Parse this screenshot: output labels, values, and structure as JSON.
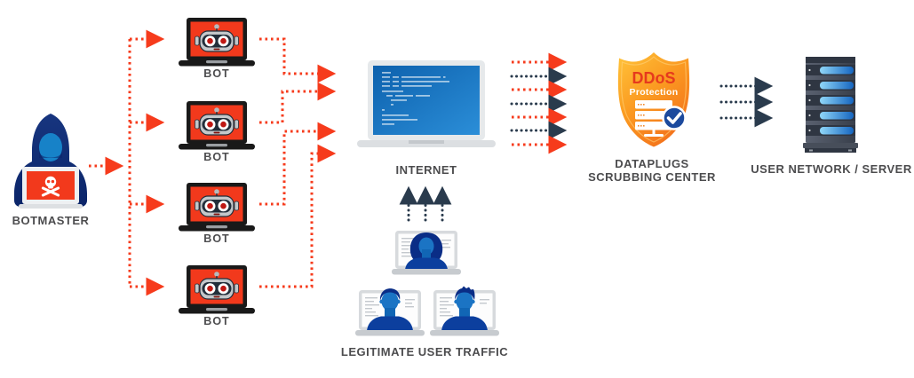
{
  "diagram": {
    "labels": {
      "botmaster": "BOTMASTER",
      "bot": "BOT",
      "internet": "INTERNET",
      "scrubbing_line1": "DATAPLUGS",
      "scrubbing_line2": "SCRUBBING CENTER",
      "server": "USER NETWORK / SERVER",
      "legitimate": "LEGITIMATE USER TRAFFIC"
    },
    "shield": {
      "title": "DDoS",
      "subtitle": "Protection"
    },
    "colors": {
      "attack": "#f63b1c",
      "clean": "#2a3b4d",
      "label_text": "#4c4c4e",
      "bot_screen_red": "#f2391c",
      "internet_screen_blue": "#1168b4",
      "shield_orange": "#f79421",
      "shield_title_red": "#e63a1d",
      "check_badge_blue": "#1c4a9d",
      "user_blue": "#1b74c4",
      "server_gray": "#454c58"
    },
    "nodes": [
      {
        "id": "botmaster",
        "label": "BOTMASTER",
        "icon": "hooded-hacker-laptop-skull"
      },
      {
        "id": "bot-1",
        "label": "BOT",
        "icon": "robot-laptop"
      },
      {
        "id": "bot-2",
        "label": "BOT",
        "icon": "robot-laptop"
      },
      {
        "id": "bot-3",
        "label": "BOT",
        "icon": "robot-laptop"
      },
      {
        "id": "bot-4",
        "label": "BOT",
        "icon": "robot-laptop"
      },
      {
        "id": "internet",
        "label": "INTERNET",
        "icon": "laptop-code-screen"
      },
      {
        "id": "scrubbing-center",
        "label": "DATAPLUGS SCRUBBING CENTER",
        "icon": "ddos-protection-shield-check"
      },
      {
        "id": "user-network-server",
        "label": "USER NETWORK / SERVER",
        "icon": "server-tower"
      },
      {
        "id": "legitimate-users",
        "label": "LEGITIMATE USER TRAFFIC",
        "icon": "three-users-on-laptops"
      }
    ],
    "edges": [
      {
        "from": "botmaster",
        "to": "bot-1 bot-2 bot-3 bot-4",
        "traffic": "attack",
        "style": "red-dotted-arrow"
      },
      {
        "from": "bots",
        "to": "internet",
        "traffic": "attack",
        "style": "red-dotted-arrow"
      },
      {
        "from": "internet",
        "to": "scrubbing-center",
        "traffic": "mixed",
        "style": "7 alternating red/navy dotted arrows"
      },
      {
        "from": "scrubbing-center",
        "to": "user-network-server",
        "traffic": "clean",
        "style": "3 navy dotted arrows"
      },
      {
        "from": "legitimate-users",
        "to": "internet",
        "traffic": "clean",
        "style": "3 navy dotted arrows up"
      }
    ]
  }
}
